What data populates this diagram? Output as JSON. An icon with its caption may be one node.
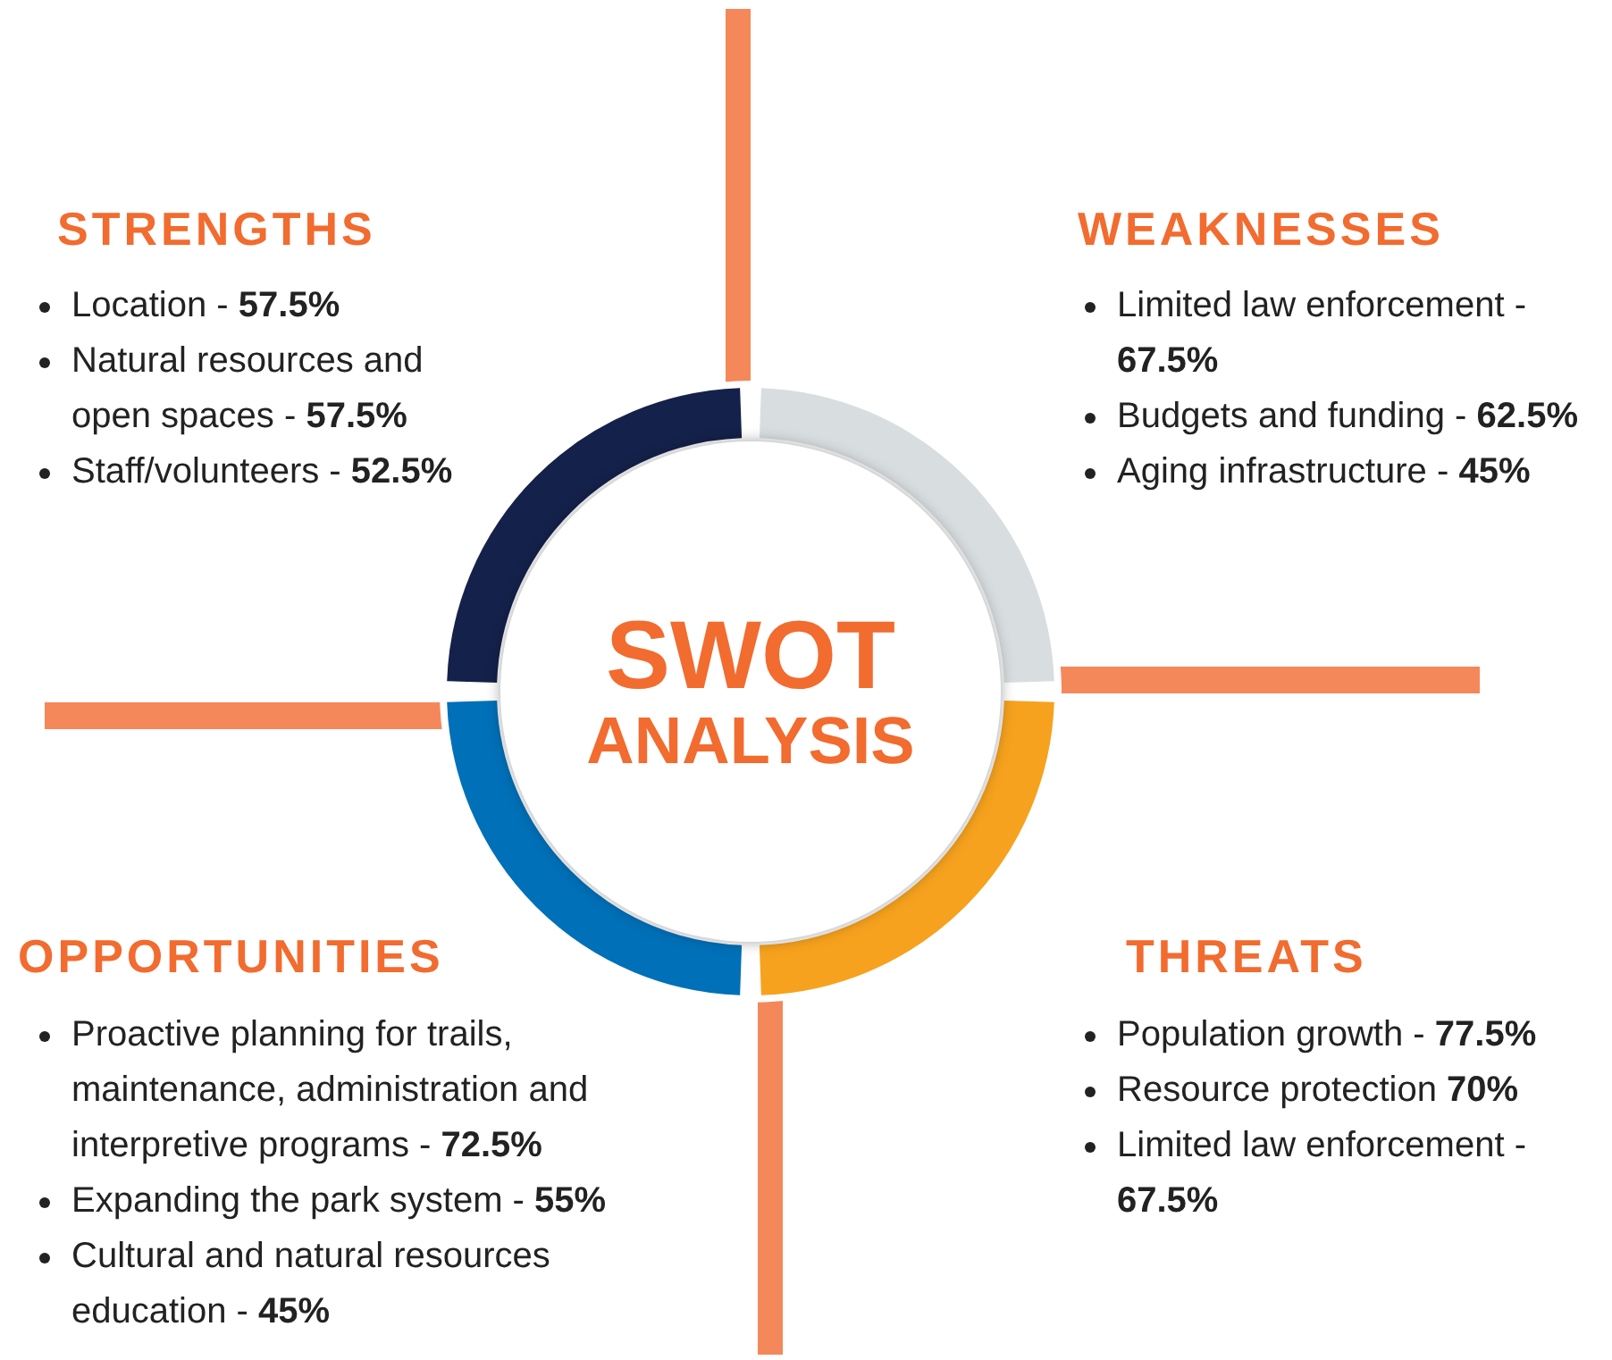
{
  "diagram": {
    "nodes": [
      {
        "text": [
          "SWOT",
          "ANALYSIS"
        ]
      }
    ],
    "labels": [
      "STRENGTHS",
      "Location - **57.5%**",
      "Natural resources and open spaces - **57.5%**",
      "Staff/volunteers - **52.5%**",
      "WEAKNESSES",
      "Limited law enforcement - **67.5%**",
      "Budgets and funding - **62.5%**",
      "Aging infrastructure - **45%**",
      "OPPORTUNITIES",
      "Proactive planning for trails, maintenance, administration and interpretive programs - **72.5%**",
      "Expanding the park system - **55%**",
      "Cultural and natural resources education - **45%**",
      "THREATS",
      "Population growth - **77.5%**",
      "Resource protection **70%**",
      "Limited law enforcement - **67.5%**"
    ]
  }
}
